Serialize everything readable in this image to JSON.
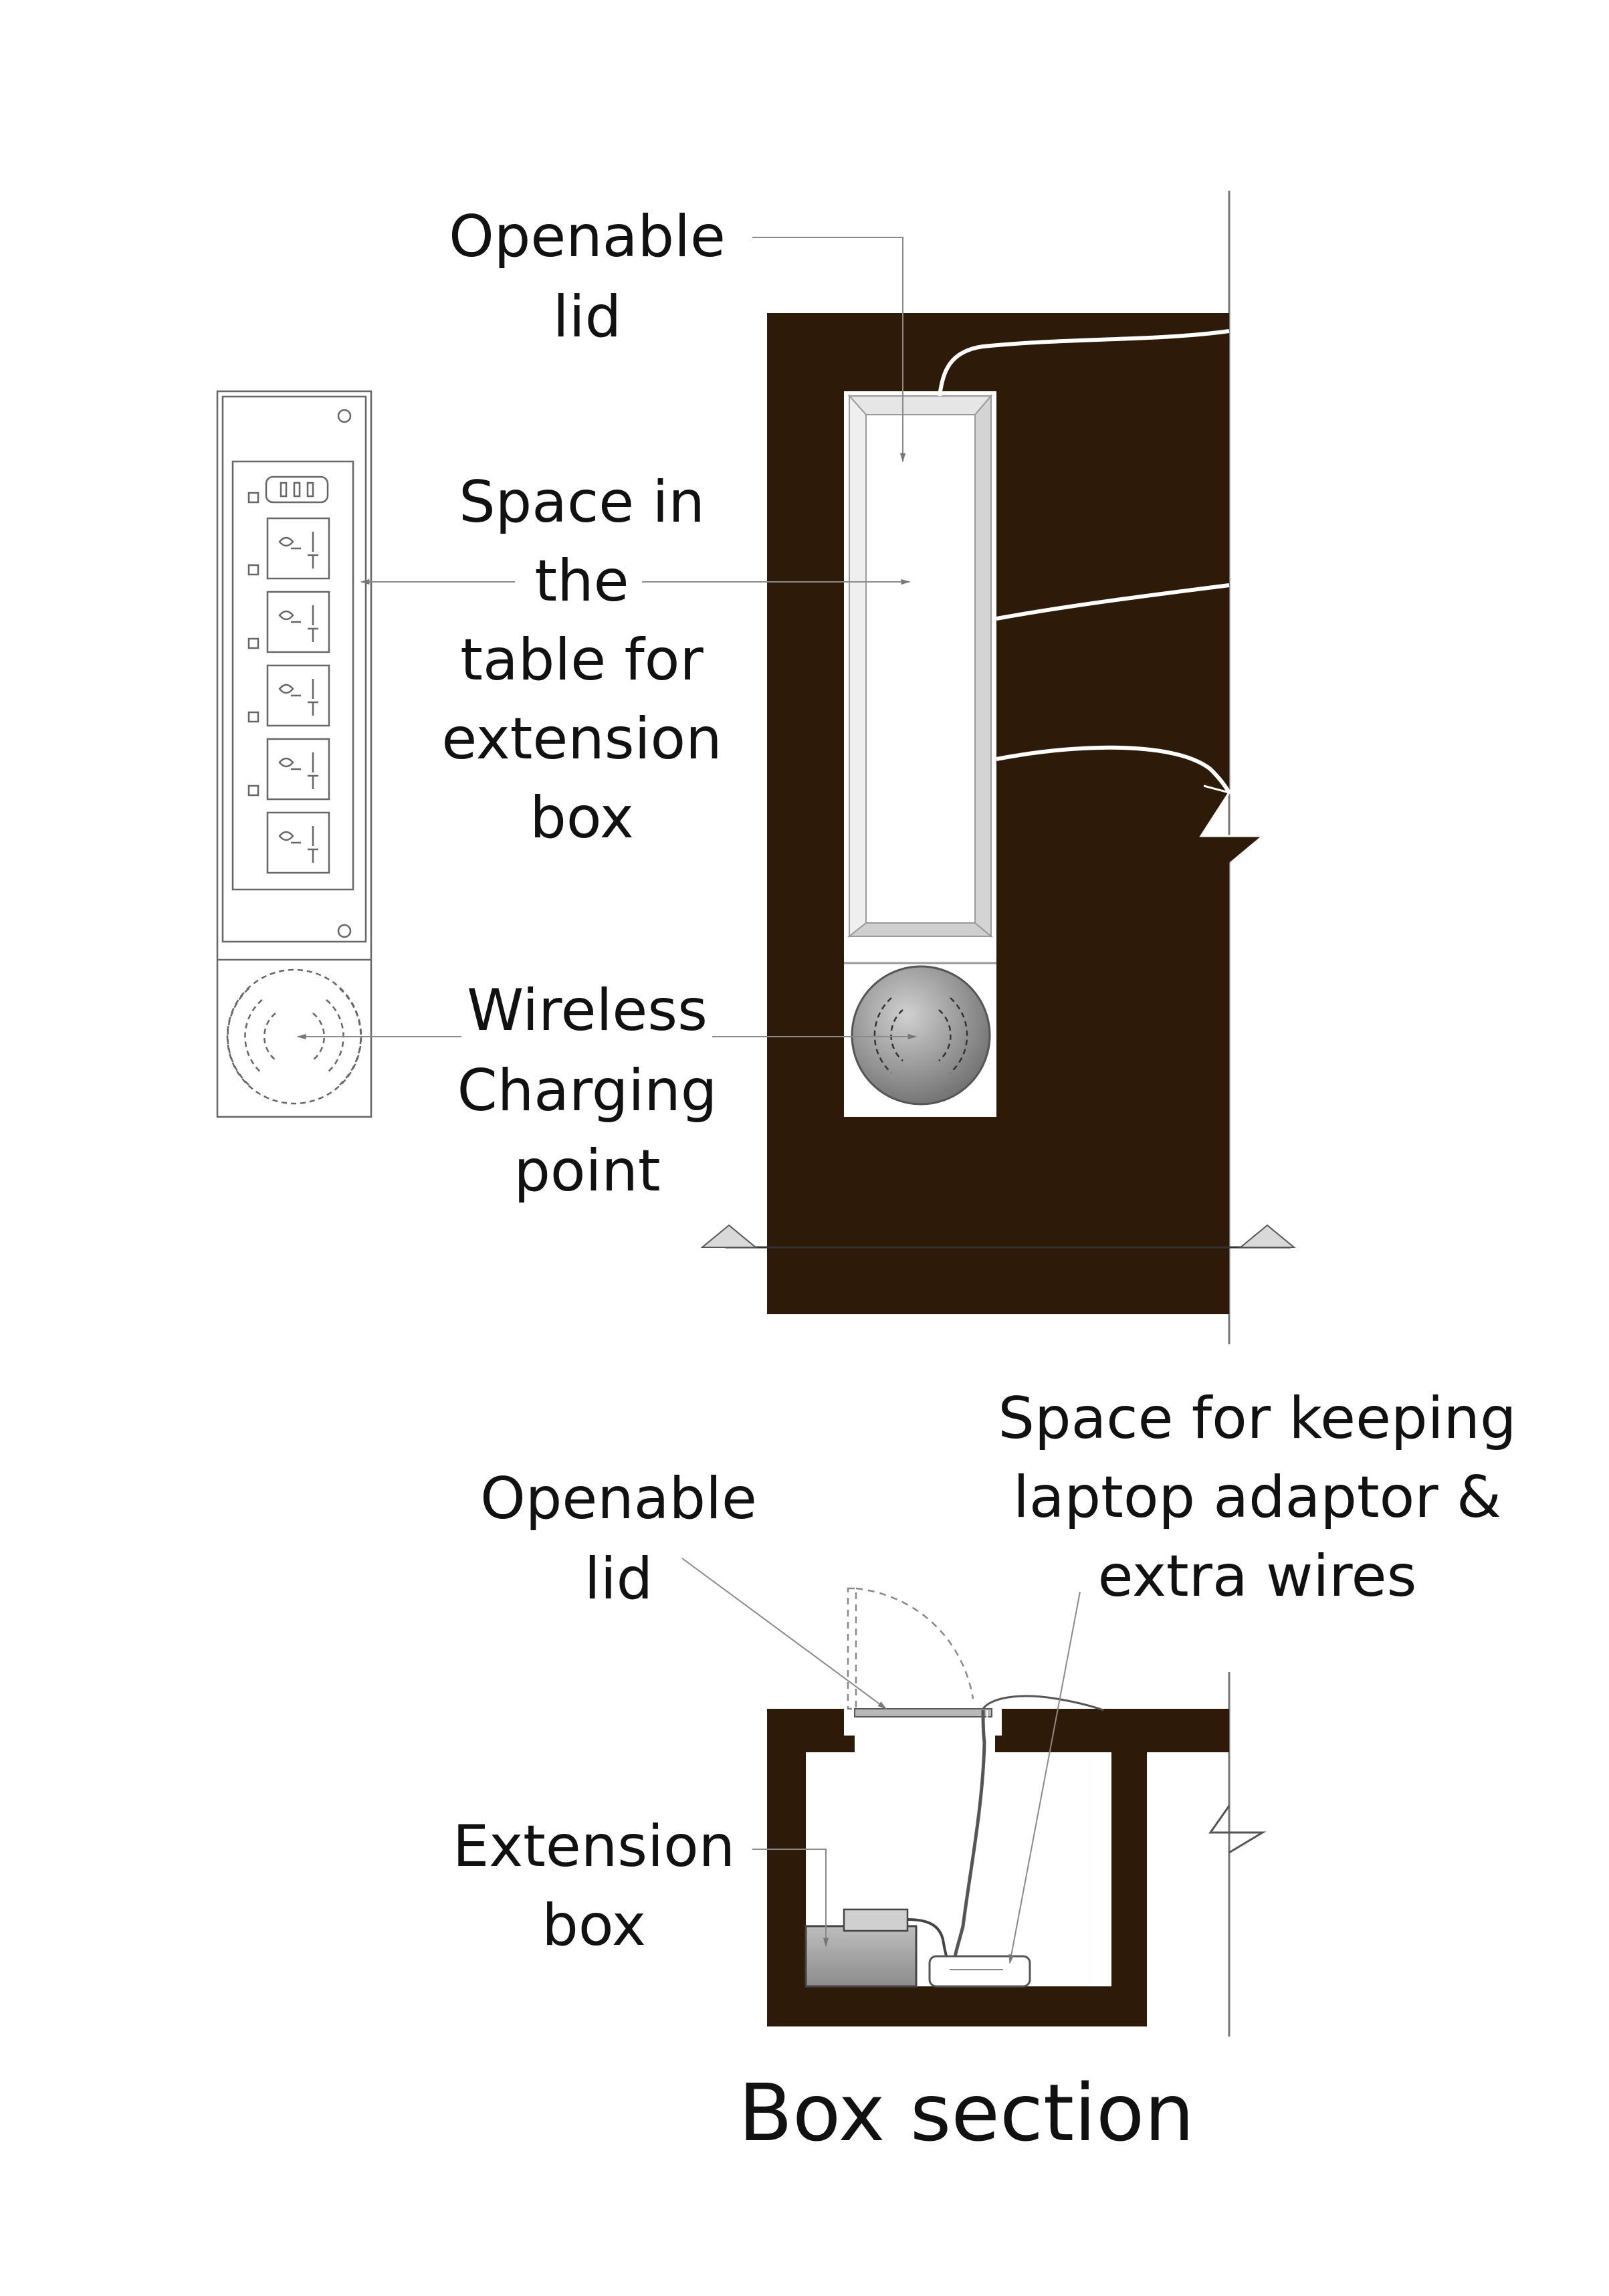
{
  "labels": {
    "openable_lid_top": [
      "Openable",
      "lid"
    ],
    "space_in_table": [
      "Space in",
      "the",
      "table for",
      "extension",
      "box"
    ],
    "wireless_charging": [
      "Wireless",
      "Charging",
      "point"
    ],
    "space_for_keeping": [
      "Space for keeping",
      "laptop adaptor &",
      "extra wires"
    ],
    "openable_lid_section": [
      "Openable",
      "lid"
    ],
    "extension_box": [
      "Extension",
      "box"
    ],
    "box_section_title": "Box section"
  },
  "colors": {
    "table_wood": "#2e1a08",
    "line": "#777777",
    "leader": "#8a8a8a",
    "socket_outline": "#555555",
    "charger_fill": "#9a9a9a",
    "extension_fill": "#9d9d9d"
  },
  "icons": {
    "socket": "universal-power-socket-icon",
    "usb": "usb-ports-icon",
    "wireless": "wireless-charging-rings-icon",
    "section_marker": "section-cut-triangle-icon",
    "break_line": "break-line-icon"
  }
}
